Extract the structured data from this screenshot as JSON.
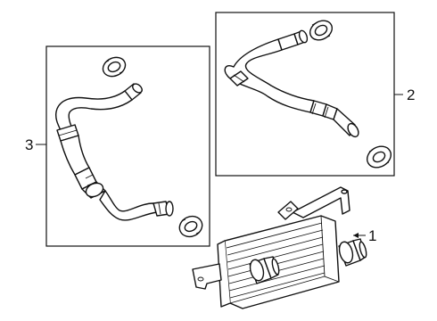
{
  "callouts": [
    {
      "id": "1",
      "text": "1"
    },
    {
      "id": "2",
      "text": "2"
    },
    {
      "id": "3",
      "text": "3"
    }
  ],
  "parts": {
    "cooler": "oil-cooler",
    "upper_line": "cooler-line-upper",
    "lower_line": "cooler-line-lower",
    "seal_ring": "o-ring-seal"
  }
}
